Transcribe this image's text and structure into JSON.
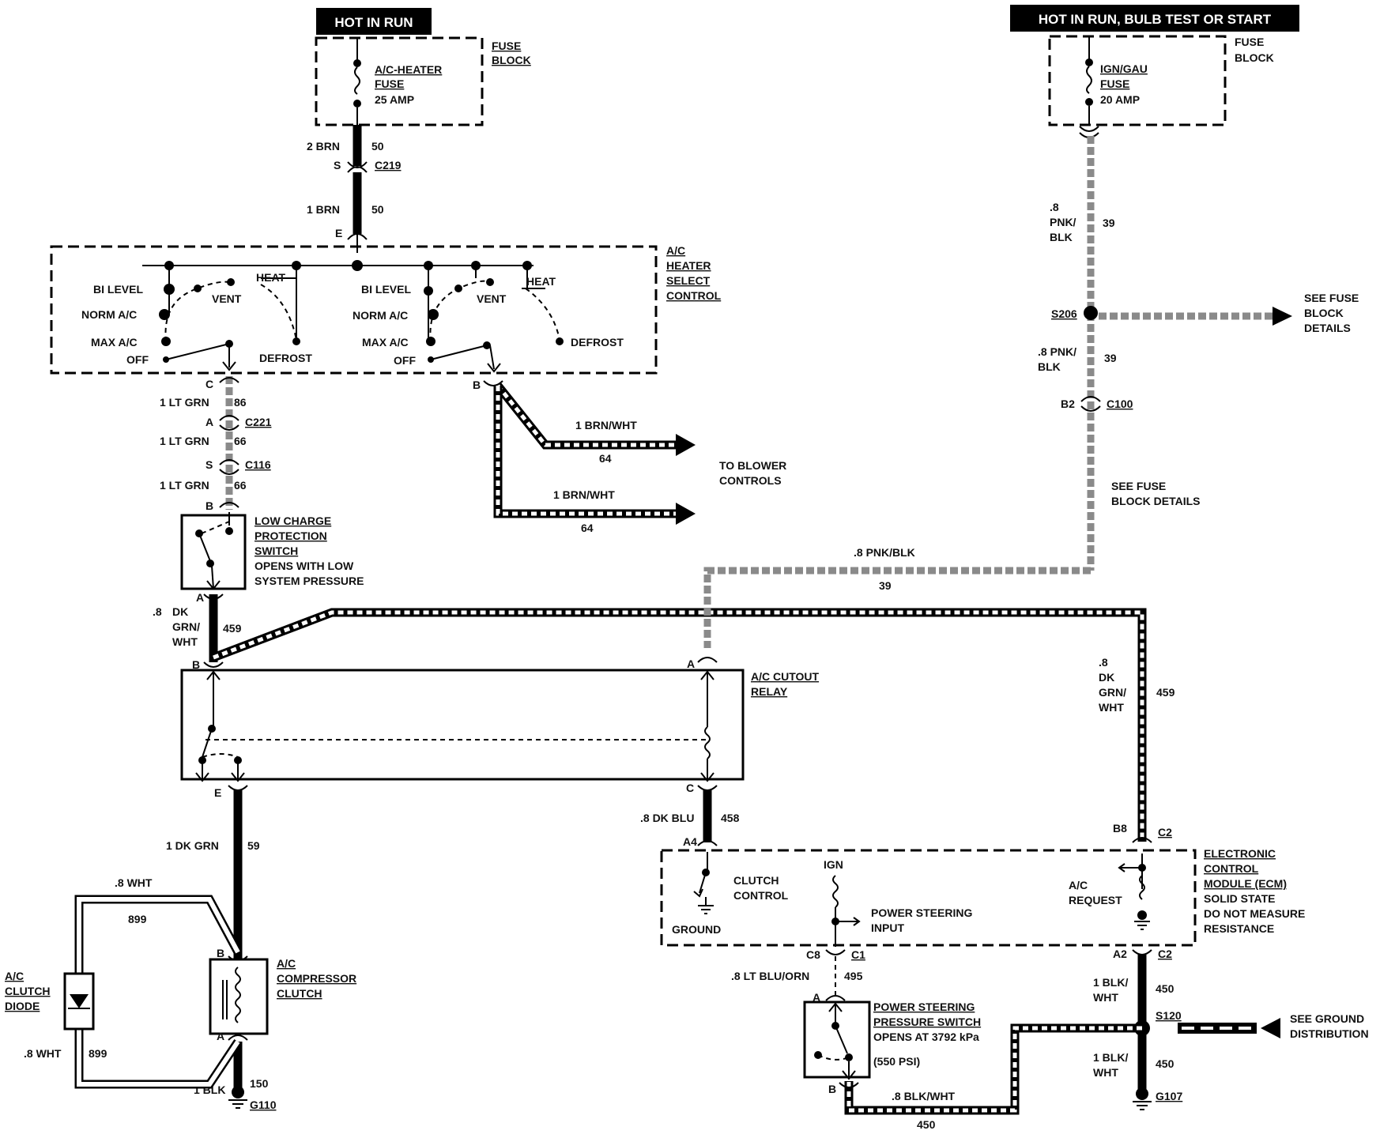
{
  "headers": {
    "left": "HOT IN RUN",
    "right": "HOT IN RUN, BULB TEST OR START"
  },
  "fuses": {
    "left": {
      "block": [
        "FUSE",
        "BLOCK"
      ],
      "name": [
        "A/C-HEATER",
        "FUSE"
      ],
      "amp": "25 AMP"
    },
    "right": {
      "block": [
        "FUSE",
        "BLOCK"
      ],
      "name": [
        "IGN/GAU",
        "FUSE"
      ],
      "amp": "20 AMP"
    }
  },
  "wires": {
    "w50a": {
      "gauge": "2 BRN",
      "circuit": "50"
    },
    "w50b": {
      "gauge": "1 BRN",
      "circuit": "50"
    },
    "w86a": {
      "gauge": "1 LT GRN",
      "circuit": "86"
    },
    "w86b": {
      "gauge": "1 LT GRN",
      "circuit": "66"
    },
    "w86c": {
      "gauge": "1 LT GRN",
      "circuit": "66"
    },
    "w64a": {
      "gauge": "1 BRN/WHT",
      "circuit": "64"
    },
    "w64b": {
      "gauge": "1 BRN/WHT",
      "circuit": "64"
    },
    "w459L": {
      "gauge": [
        ".8",
        "DK",
        "GRN/",
        "WHT"
      ],
      "circuit": "459"
    },
    "w459R": {
      "gauge": [
        ".8",
        "DK",
        "GRN/",
        "WHT"
      ],
      "circuit": "459"
    },
    "w39a": {
      "gauge": [
        ".8",
        "PNK/",
        "BLK"
      ],
      "circuit": "39"
    },
    "w39b": {
      "gauge": [
        ".8 PNK/",
        "BLK"
      ],
      "circuit": "39"
    },
    "w39c": {
      "gauge": ".8 PNK/BLK",
      "circuit": "39"
    },
    "w59": {
      "gauge": "1 DK GRN",
      "circuit": "59"
    },
    "w458": {
      "gauge": ".8 DK BLU",
      "circuit": "458"
    },
    "w899a": {
      "gauge": ".8 WHT",
      "circuit": "899"
    },
    "w899b": {
      "gauge": ".8 WHT",
      "circuit": "899"
    },
    "w150": {
      "gauge": "1 BLK",
      "circuit": "150"
    },
    "w495": {
      "gauge": ".8 LT BLU/ORN",
      "circuit": "495"
    },
    "w450a": {
      "gauge": [
        "1 BLK/",
        "WHT"
      ],
      "circuit": "450"
    },
    "w450b": {
      "gauge": [
        "1 BLK/",
        "WHT"
      ],
      "circuit": "450"
    },
    "w450c": {
      "gauge": ".8 BLK/WHT",
      "circuit": "450"
    }
  },
  "connectors": {
    "c219": {
      "pin": "S",
      "name": "C219"
    },
    "c221": {
      "pin": "A",
      "name": "C221"
    },
    "c116": {
      "pin": "S",
      "name": "C116"
    },
    "c100": {
      "pin": "B2",
      "name": "C100"
    },
    "e_top": "E",
    "c_pin": "C",
    "b_pin": "B",
    "b_lcps": "B",
    "a_lcps": "A",
    "b_relay": "B",
    "a_relay": "A",
    "e_relay": "E",
    "c_relay": "C",
    "b8": "B8",
    "c2_top": "C2",
    "a4": "A4",
    "c8": "C8",
    "c1": "C1",
    "a2": "A2",
    "c2_bot": "C2",
    "a_ps": "A",
    "b_ps": "B",
    "b_comp": "B",
    "a_comp": "A"
  },
  "splices": {
    "s206": "S206",
    "s120": "S120"
  },
  "grounds": {
    "g110": "G110",
    "g107": "G107"
  },
  "control": {
    "title": [
      "A/C",
      "HEATER",
      "SELECT",
      "CONTROL"
    ],
    "positions": {
      "bi_level": "BI LEVEL",
      "norm_ac": "NORM A/C",
      "max_ac": "MAX A/C",
      "off": "OFF",
      "vent": "VENT",
      "heat": "HEAT",
      "defrost": "DEFROST"
    }
  },
  "blower": [
    "TO BLOWER",
    "CONTROLS"
  ],
  "see_fuse_block": [
    "SEE FUSE",
    "BLOCK",
    "DETAILS"
  ],
  "see_fuse_block2": [
    "SEE FUSE",
    "BLOCK DETAILS"
  ],
  "see_ground": [
    "SEE GROUND",
    "DISTRIBUTION"
  ],
  "lcps": {
    "title": [
      "LOW CHARGE",
      "PROTECTION",
      "SWITCH"
    ],
    "desc": [
      "OPENS WITH LOW",
      "SYSTEM PRESSURE"
    ]
  },
  "relay": {
    "title": [
      "A/C CUTOUT",
      "RELAY"
    ]
  },
  "ecm": {
    "title": [
      "ELECTRONIC",
      "CONTROL",
      "MODULE (ECM)"
    ],
    "desc": [
      "SOLID STATE",
      "DO NOT MEASURE",
      "RESISTANCE"
    ],
    "clutch": [
      "CLUTCH",
      "CONTROL"
    ],
    "ground": "GROUND",
    "ign": "IGN",
    "ps_input": [
      "POWER STEERING",
      "INPUT"
    ],
    "ac_request": [
      "A/C",
      "REQUEST"
    ]
  },
  "ps_switch": {
    "title": [
      "POWER STEERING",
      "PRESSURE SWITCH"
    ],
    "desc": [
      "OPENS AT 3792 kPa",
      "(550 PSI)"
    ]
  },
  "compressor": {
    "title": [
      "A/C",
      "COMPRESSOR",
      "CLUTCH"
    ]
  },
  "diode": {
    "title": [
      "A/C",
      "CLUTCH",
      "DIODE"
    ]
  }
}
